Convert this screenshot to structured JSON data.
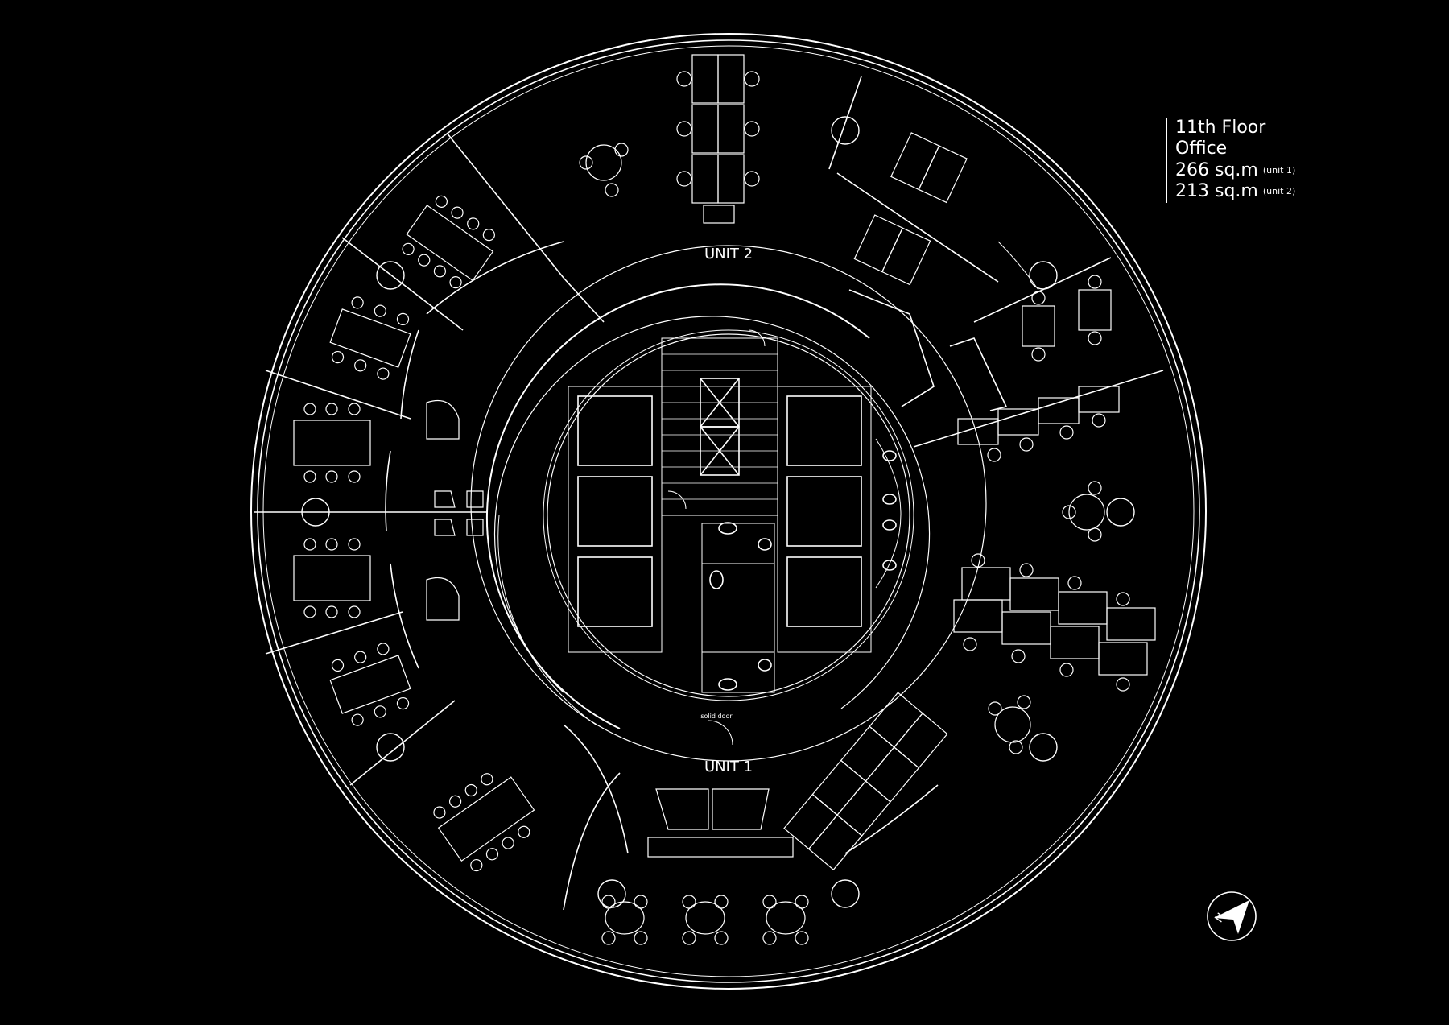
{
  "legend": {
    "floor": "11th Floor",
    "use": "Office",
    "areas": [
      {
        "value": "266 sq.m",
        "unit": "(unit 1)"
      },
      {
        "value": "213 sq.m",
        "unit": "(unit 2)"
      }
    ]
  },
  "labels": {
    "unit_1": "UNIT 1",
    "unit_2": "UNIT 2",
    "solid_door": "solid door",
    "compass_north": "N"
  },
  "colors": {
    "background": "#000000",
    "lines": "#ffffff"
  }
}
